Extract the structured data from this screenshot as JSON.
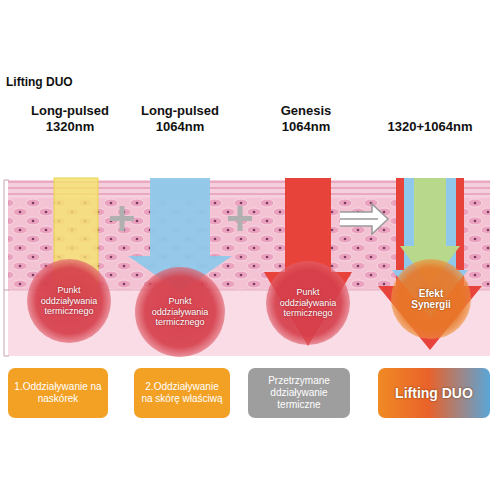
{
  "diagram": {
    "title": "Lifting DUO",
    "nodes": [
      {
        "text": [
          "Punkt oddziaływania termicznego"
        ]
      },
      {
        "text": [
          "Punkt oddziaływania termicznego"
        ]
      },
      {
        "text": [
          "Punkt oddziaływania termicznego"
        ]
      },
      {
        "text": [
          "Efekt Synergii"
        ]
      },
      {
        "text": [
          "1.Oddziaływanie na naskórek"
        ]
      },
      {
        "text": [
          "2.Oddziaływanie na skórę właściwą"
        ]
      },
      {
        "text": [
          "Przetrzymane ddziaływanie termiczne"
        ]
      },
      {
        "text": [
          "Lifting DUO"
        ]
      }
    ],
    "labels": [
      "Long-pulsed 1320nm",
      "Long-pulsed 1064nm",
      "Genesis 1064nm",
      "1320+1064nm"
    ]
  }
}
